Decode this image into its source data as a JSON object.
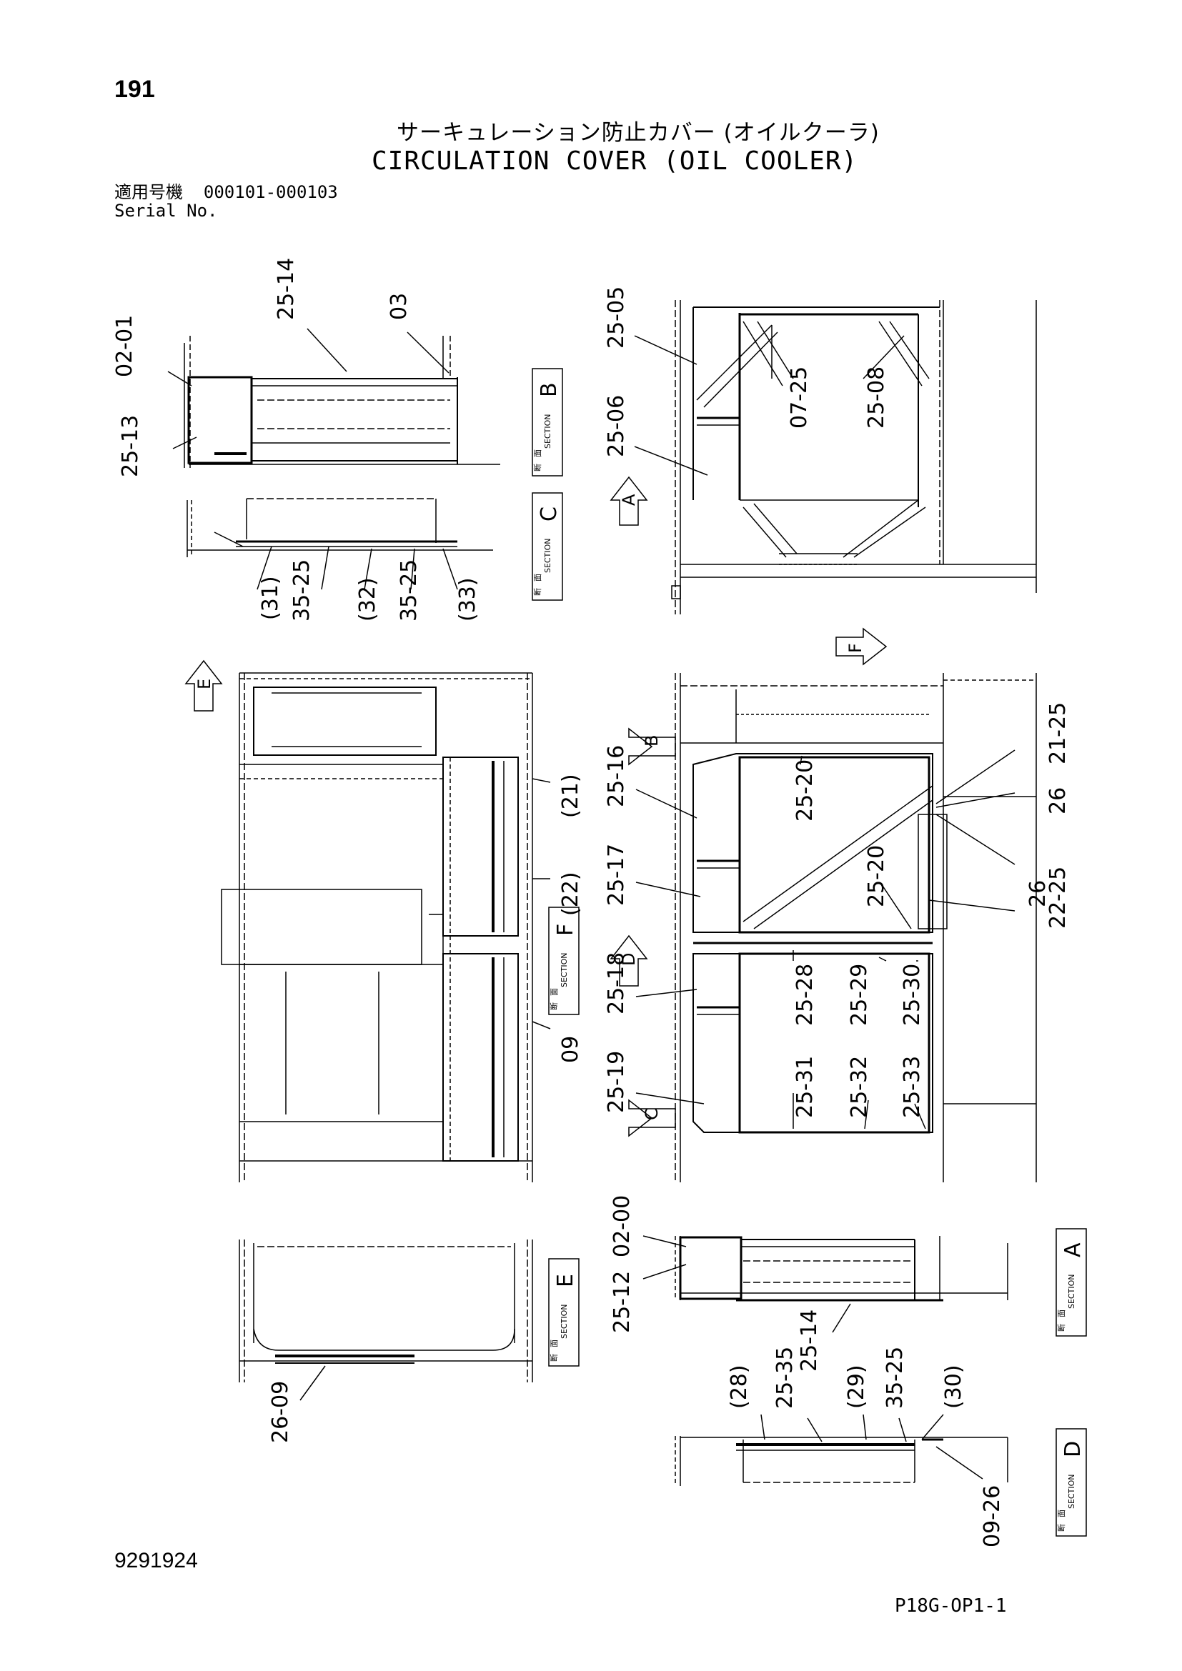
{
  "header": {
    "page_number": "191",
    "title_jp": "サーキュレーション防止カバー (オイルクーラ)",
    "title_en": "CIRCULATION COVER (OIL COOLER)",
    "serial_label_jp": "適用号機",
    "serial_range": "000101-000103",
    "serial_label_en": "Serial No."
  },
  "footer": {
    "document_number": "9291924",
    "page_code": "P18G-OP1-1"
  },
  "section_box": {
    "jp_top": "断",
    "jp_bottom": "面",
    "en": "SECTION"
  },
  "sections": [
    "B",
    "C",
    "F",
    "E",
    "A",
    "D"
  ],
  "view_arrows": [
    "A",
    "B",
    "C",
    "D",
    "E",
    "F"
  ],
  "part_labels": {
    "sec_b": [
      "02-01",
      "25-13",
      "25-14",
      "03"
    ],
    "sec_c": [
      "(31)",
      "35-25",
      "(32)",
      "35-25",
      "(33)"
    ],
    "top_right": [
      "25-05",
      "25-06",
      "07-25",
      "25-08"
    ],
    "sec_f": [
      "(21)",
      "(22)",
      "09"
    ],
    "mid_right": [
      "25-16",
      "25-17",
      "25-18",
      "25-19",
      "25-20",
      "25-20",
      "21-25",
      "26",
      "26",
      "22-25",
      "25-28",
      "25-29",
      "25-30",
      "25-31",
      "25-32",
      "25-33"
    ],
    "sec_a": [
      "02-00",
      "25-12",
      "25-14"
    ],
    "sec_e": [
      "26-09"
    ],
    "sec_d": [
      "(28)",
      "25-35",
      "(29)",
      "35-25",
      "(30)",
      "09-26"
    ]
  }
}
